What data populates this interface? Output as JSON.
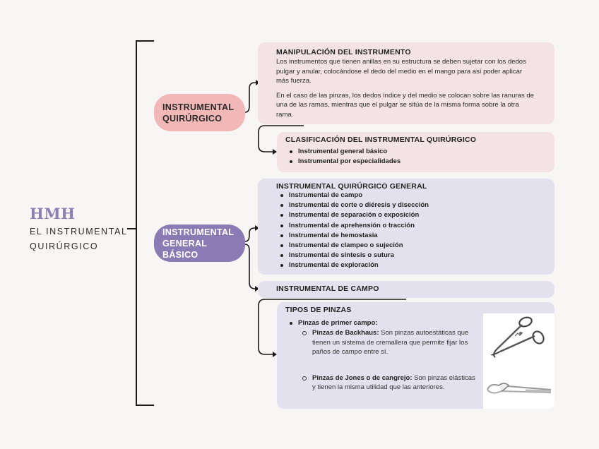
{
  "header": {
    "logo": "HMH",
    "title": "EL INSTRUMENTAL QUIRÚRGICO"
  },
  "branches": {
    "quirurgico_label": "INSTRUMENTAL QUIRÚRGICO",
    "general_label": "INSTRUMENTAL GENERAL BÁSICO"
  },
  "manipulacion": {
    "title": "MANIPULACIÓN DEL INSTRUMENTO",
    "para1": "Los instrumentos que tienen anillas en su estructura se deben sujetar con los dedos pulgar y anular, colocándose el dedo del medio en el mango para así poder aplicar más fuerza.",
    "para2": "En el caso de las pinzas, los dedos índice y del medio se colocan sobre las ranuras de una de las ramas, mientras que el pulgar se sitúa de la misma forma sobre la otra rama."
  },
  "clasificacion": {
    "title": "CLASIFICACIÓN DEL INSTRUMENTAL QUIRÚRGICO",
    "items": [
      "Instrumental general básico",
      "Instrumental por especialidades"
    ]
  },
  "general": {
    "title": "INSTRUMENTAL QUIRÚRGICO GENERAL",
    "items": [
      "Instrumental de campo",
      "Instrumental de corte o diéresis y disección",
      "Instrumental de separación o exposición",
      "Instrumental de aprehensión o tracción",
      "Instrumental de hemostasia",
      "Instrumental de clampeo o sujeción",
      "Instrumental de síntesis o sutura",
      "Instrumental de exploración"
    ]
  },
  "campo": {
    "title": "INSTRUMENTAL DE CAMPO"
  },
  "pinzas": {
    "title": "TIPOS DE PINZAS",
    "group_label": "Pinzas de primer campo:",
    "backhaus_name": "Pinzas de Backhaus:",
    "backhaus_desc": " Son pinzas autoestáticas que tienen un sistema de cremallera que permite fijar los paños de campo entre sí.",
    "jones_name": "Pinzas de Jones o de cangrejo:",
    "jones_desc": " Son pinzas elásticas y tienen la misma utilidad que las anteriores."
  }
}
